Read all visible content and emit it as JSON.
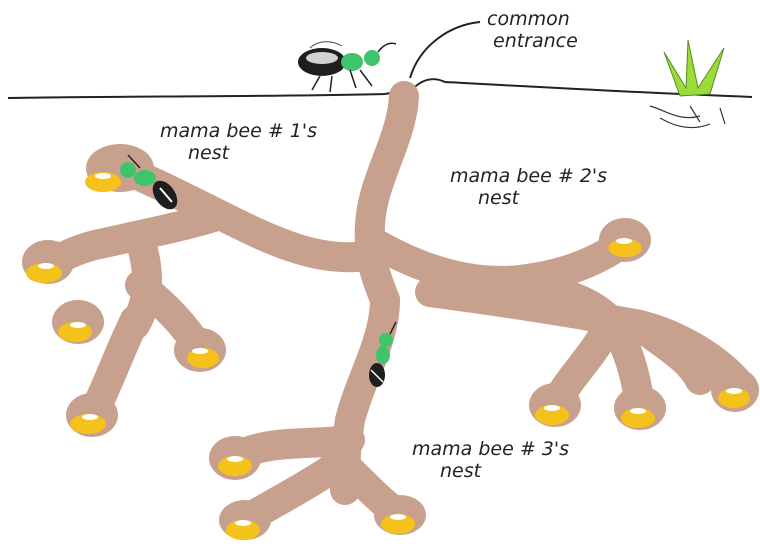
{
  "labels": {
    "entrance": {
      "line1": "common",
      "line2": "entrance"
    },
    "mama1": {
      "line1": "mama bee # 1's",
      "line2": "nest"
    },
    "mama2": {
      "line1": "mama bee # 2's",
      "line2": "nest"
    },
    "mama3": {
      "line1": "mama bee # 3's",
      "line2": "nest"
    }
  },
  "colors": {
    "tunnel": "#c8a08e",
    "pollen": "#f4c21a",
    "egg": "#ffffff",
    "bee_body": "#3ec46a",
    "bee_dark": "#1e1e1e",
    "grass": "#9bdc3a",
    "ground_line": "#222222"
  },
  "icons": [
    "bee-at-entrance-icon",
    "bee-in-nest-1-icon",
    "bee-in-tunnel-icon",
    "grass-tuft-icon"
  ]
}
